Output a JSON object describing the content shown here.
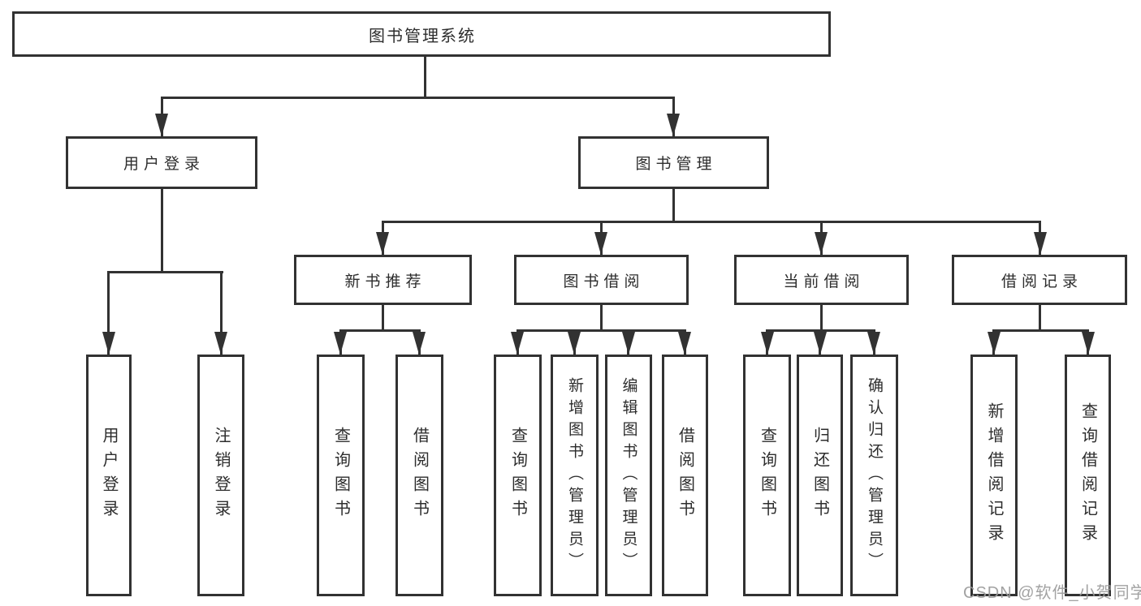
{
  "diagram": {
    "root": {
      "label": "图书管理系统"
    },
    "level1": {
      "user_login": {
        "label": "用户登录"
      },
      "book_mgmt": {
        "label": "图书管理"
      }
    },
    "level2": {
      "new_book_rec": {
        "label": "新书推荐"
      },
      "book_borrow": {
        "label": "图书借阅"
      },
      "current_borrow": {
        "label": "当前借阅"
      },
      "borrow_records": {
        "label": "借阅记录"
      }
    },
    "leaves": {
      "user_login_op": {
        "label": "用户登录"
      },
      "logout_op": {
        "label": "注销登录"
      },
      "nb_query_book": {
        "label": "查询图书"
      },
      "nb_borrow_book": {
        "label": "借阅图书"
      },
      "bb_query_book": {
        "label": "查询图书"
      },
      "bb_add_book": {
        "label": "新增图书（管理员）"
      },
      "bb_edit_book": {
        "label": "编辑图书（管理员）"
      },
      "bb_borrow_book": {
        "label": "借阅图书"
      },
      "cb_query_book": {
        "label": "查询图书"
      },
      "cb_return_book": {
        "label": "归还图书"
      },
      "cb_confirm_return": {
        "label": "确认归还（管理员）"
      },
      "br_add_record": {
        "label": "新增借阅记录"
      },
      "br_query_record": {
        "label": "查询借阅记录"
      }
    }
  },
  "watermark": {
    "text": "CSDN @软件_小贺同学"
  },
  "colors": {
    "line": "#323232",
    "box_border": "#323232",
    "box_fill": "#ffffff",
    "text": "#2d2d2d",
    "watermark_text": "#9b9b9b",
    "background": "#ffffff"
  }
}
